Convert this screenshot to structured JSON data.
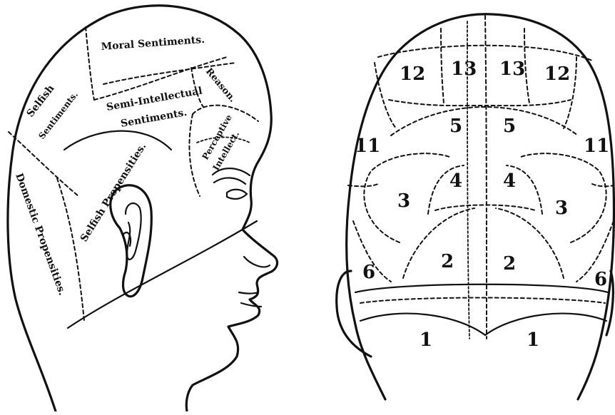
{
  "side_view": {
    "labels": {
      "moral_sentiments": "Moral Sentiments.",
      "selfish_sentiments_1": "Selfish",
      "selfish_sentiments_2": "Sentiments.",
      "semi_intellectual_1": "Semi-Intellectual",
      "semi_intellectual_2": "Sentiments.",
      "reason": "Reason.",
      "perceptive_1": "Perceptive",
      "perceptive_2": "Intellect.",
      "selfish_propensities": "Selfish Propensities.",
      "domestic_propensities": "Domestic Propensities."
    }
  },
  "back_view": {
    "numbers": {
      "n12_left": "12",
      "n13_left": "13",
      "n13_right": "13",
      "n12_right": "12",
      "n11_left": "11",
      "n5_left": "5",
      "n5_right": "5",
      "n11_right": "11",
      "n4_left": "4",
      "n4_right": "4",
      "n3_left": "3",
      "n3_right": "3",
      "n2_left": "2",
      "n2_right": "2",
      "n6_left": "6",
      "n6_right": "6",
      "n1_left": "1",
      "n1_right": "1"
    }
  }
}
